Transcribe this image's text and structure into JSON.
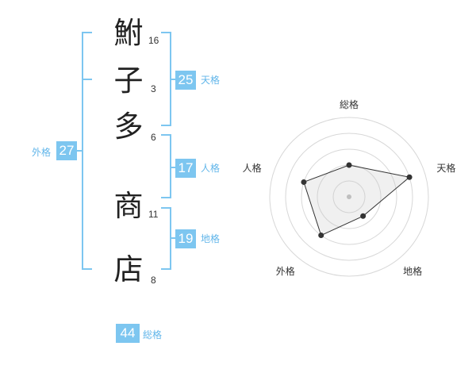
{
  "name_chars": [
    "鮒",
    "子",
    "多",
    "商",
    "店"
  ],
  "stroke_counts": [
    "16",
    "3",
    "6",
    "11",
    "8"
  ],
  "fortunes": {
    "tenkaku": {
      "label": "天格",
      "value": "25"
    },
    "jinkaku": {
      "label": "人格",
      "value": "17"
    },
    "chikaku": {
      "label": "地格",
      "value": "19"
    },
    "gaikaku": {
      "label": "外格",
      "value": "27"
    },
    "soukaku": {
      "label": "総格",
      "value": "44"
    }
  },
  "colors": {
    "accent": "#7dc6f0",
    "label": "#62b6ea"
  },
  "chart_data": {
    "type": "radar",
    "axes": [
      "総格",
      "天格",
      "地格",
      "外格",
      "人格"
    ],
    "values": [
      2,
      4,
      1.5,
      3,
      3
    ],
    "max": 5
  }
}
